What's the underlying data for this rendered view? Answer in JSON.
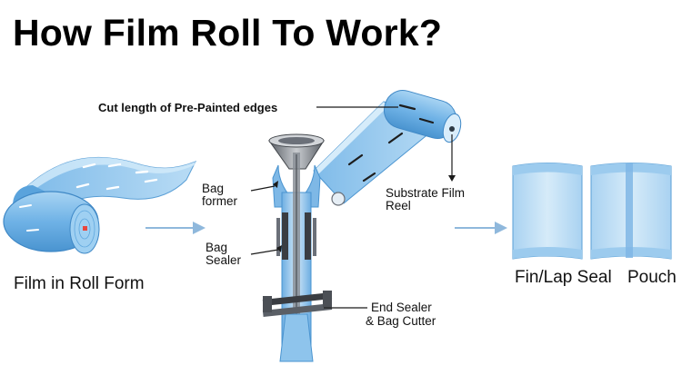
{
  "title": "How Film Roll To Work?",
  "labels": {
    "film_roll": "Film in Roll Form",
    "cut_length": "Cut length of Pre-Painted edges",
    "bag_former_1": "Bag",
    "bag_former_2": "former",
    "bag_sealer_1": "Bag",
    "bag_sealer_2": "Sealer",
    "substrate_1": "Substrate Film",
    "substrate_2": "Reel",
    "end_sealer_1": "End Sealer",
    "end_sealer_2": "& Bag Cutter",
    "fin_lap_seal": "Fin/Lap Seal",
    "pouch": "Pouch"
  },
  "colors": {
    "film_fill": "#8ec4ec",
    "film_light": "#c6e3f7",
    "film_edge": "#4a94d0",
    "arrow": "#8fb8dc",
    "machine_gray": "#8a8f96",
    "dark": "#2b2b2b"
  }
}
